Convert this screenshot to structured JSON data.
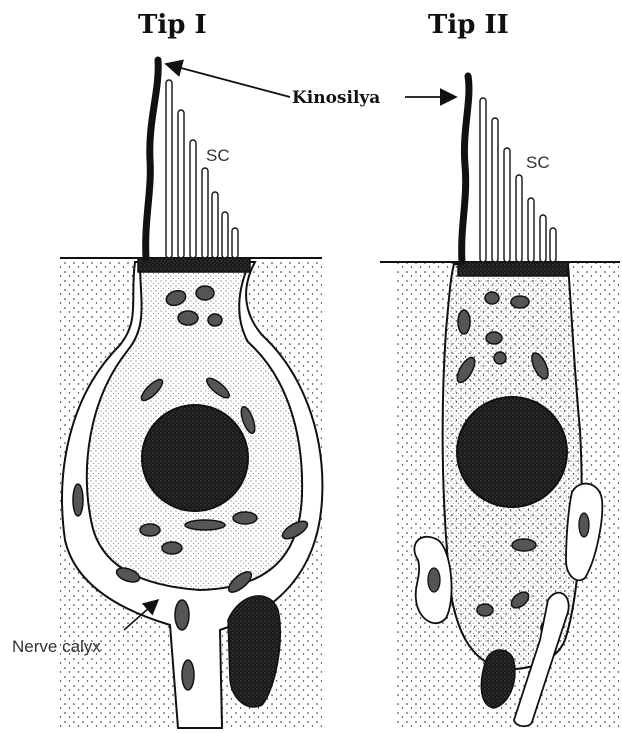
{
  "titles": {
    "type1": "Tip I",
    "type2": "Tip II"
  },
  "labels": {
    "kinocilium": "Kinosilya",
    "stereocilia_left": "SC",
    "stereocilia_right": "SC",
    "nerve_calyx": "Nerve calyx"
  },
  "colors": {
    "ink": "#111111",
    "background": "#ffffff"
  }
}
